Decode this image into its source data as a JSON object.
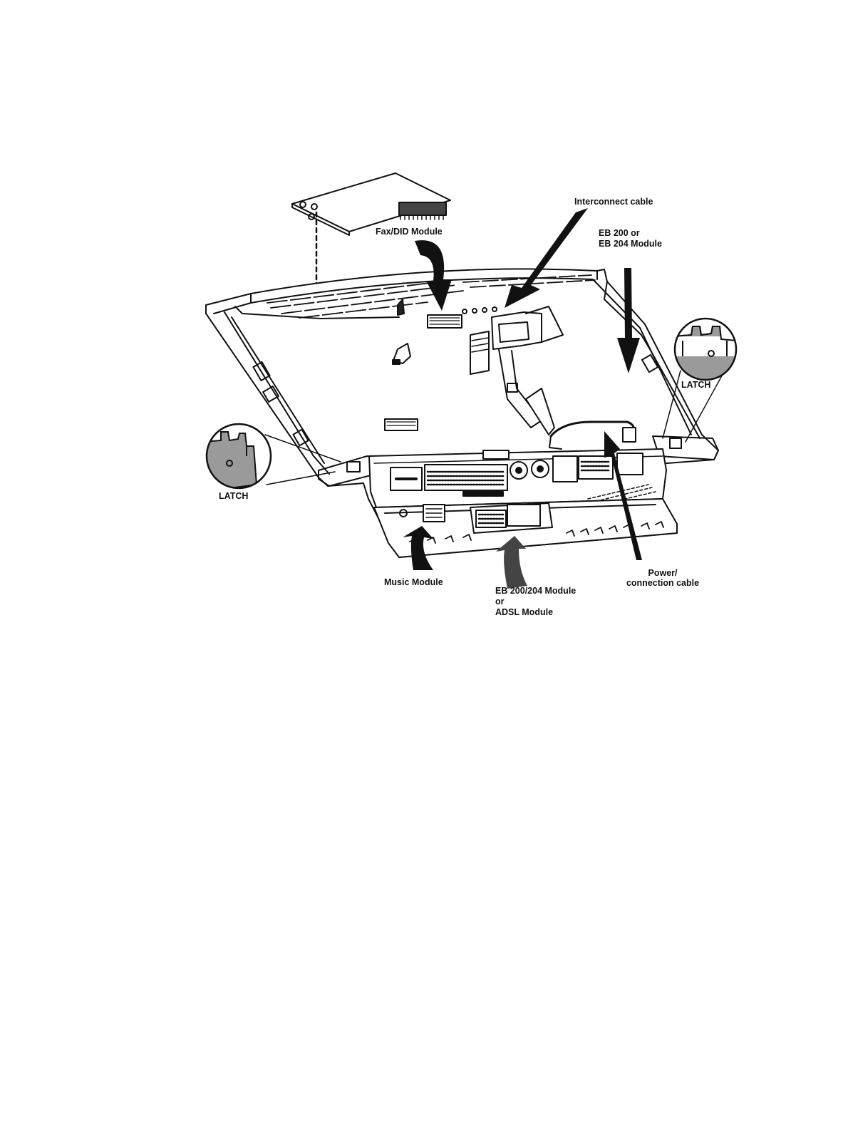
{
  "labels": {
    "fax_did": "Fax/DID Module",
    "interconnect": "Interconnect cable",
    "eb_top_line1": "EB 200 or",
    "eb_top_line2": "EB 204 Module",
    "latch_right": "LATCH",
    "latch_left": "LATCH",
    "music": "Music Module",
    "eb_bottom_line1": "EB 200/204 Module",
    "eb_bottom_line2": "or",
    "eb_bottom_line3": "ADSL Module",
    "power_line1": "Power/",
    "power_line2": "connection cable"
  },
  "colors": {
    "ink": "#111111",
    "latch_gray": "#9a9a9a",
    "paper": "#ffffff"
  }
}
